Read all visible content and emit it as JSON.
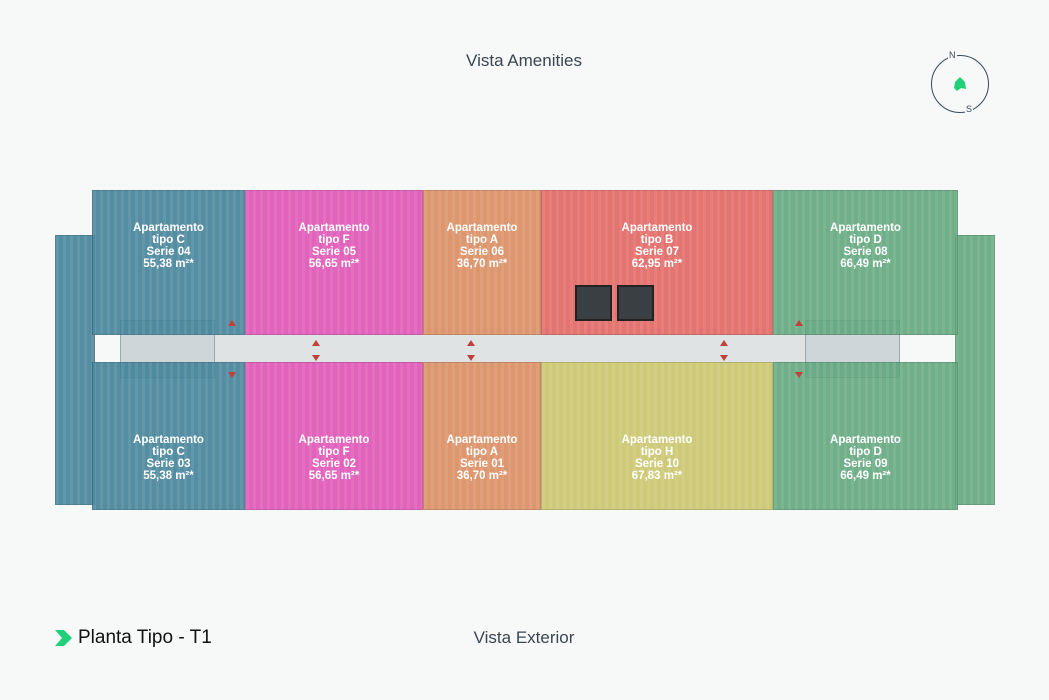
{
  "views": {
    "top": "Vista Amenities",
    "bottom": "Vista Exterior"
  },
  "compass": {
    "north": "N",
    "south": "S",
    "accent": "#22d07a"
  },
  "plan_title": "Planta Tipo - T1",
  "units": [
    {
      "name": "Apartamento",
      "type": "tipo C",
      "serie": "Serie 04",
      "area": "55,38 m²*",
      "color": "#3f8098"
    },
    {
      "name": "Apartamento",
      "type": "tipo F",
      "serie": "Serie 05",
      "area": "56,65 m²*",
      "color": "#e04fb4"
    },
    {
      "name": "Apartamento",
      "type": "tipo A",
      "serie": "Serie 06",
      "area": "36,70 m²*",
      "color": "#da8a5c"
    },
    {
      "name": "Apartamento",
      "type": "tipo B",
      "serie": "Serie 07",
      "area": "62,95 m²*",
      "color": "#e2625e"
    },
    {
      "name": "Apartamento",
      "type": "tipo D",
      "serie": "Serie 08",
      "area": "66,49 m²*",
      "color": "#5ea57b"
    },
    {
      "name": "Apartamento",
      "type": "tipo C",
      "serie": "Serie 03",
      "area": "55,38 m²*",
      "color": "#3f8098"
    },
    {
      "name": "Apartamento",
      "type": "tipo F",
      "serie": "Serie 02",
      "area": "56,65 m²*",
      "color": "#e04fb4"
    },
    {
      "name": "Apartamento",
      "type": "tipo A",
      "serie": "Serie 01",
      "area": "36,70 m²*",
      "color": "#da8a5c"
    },
    {
      "name": "Apartamento",
      "type": "tipo H",
      "serie": "Serie 10",
      "area": "67,83 m²*",
      "color": "#c9c468"
    },
    {
      "name": "Apartamento",
      "type": "tipo D",
      "serie": "Serie 09",
      "area": "66,49 m²*",
      "color": "#5ea57b"
    }
  ]
}
